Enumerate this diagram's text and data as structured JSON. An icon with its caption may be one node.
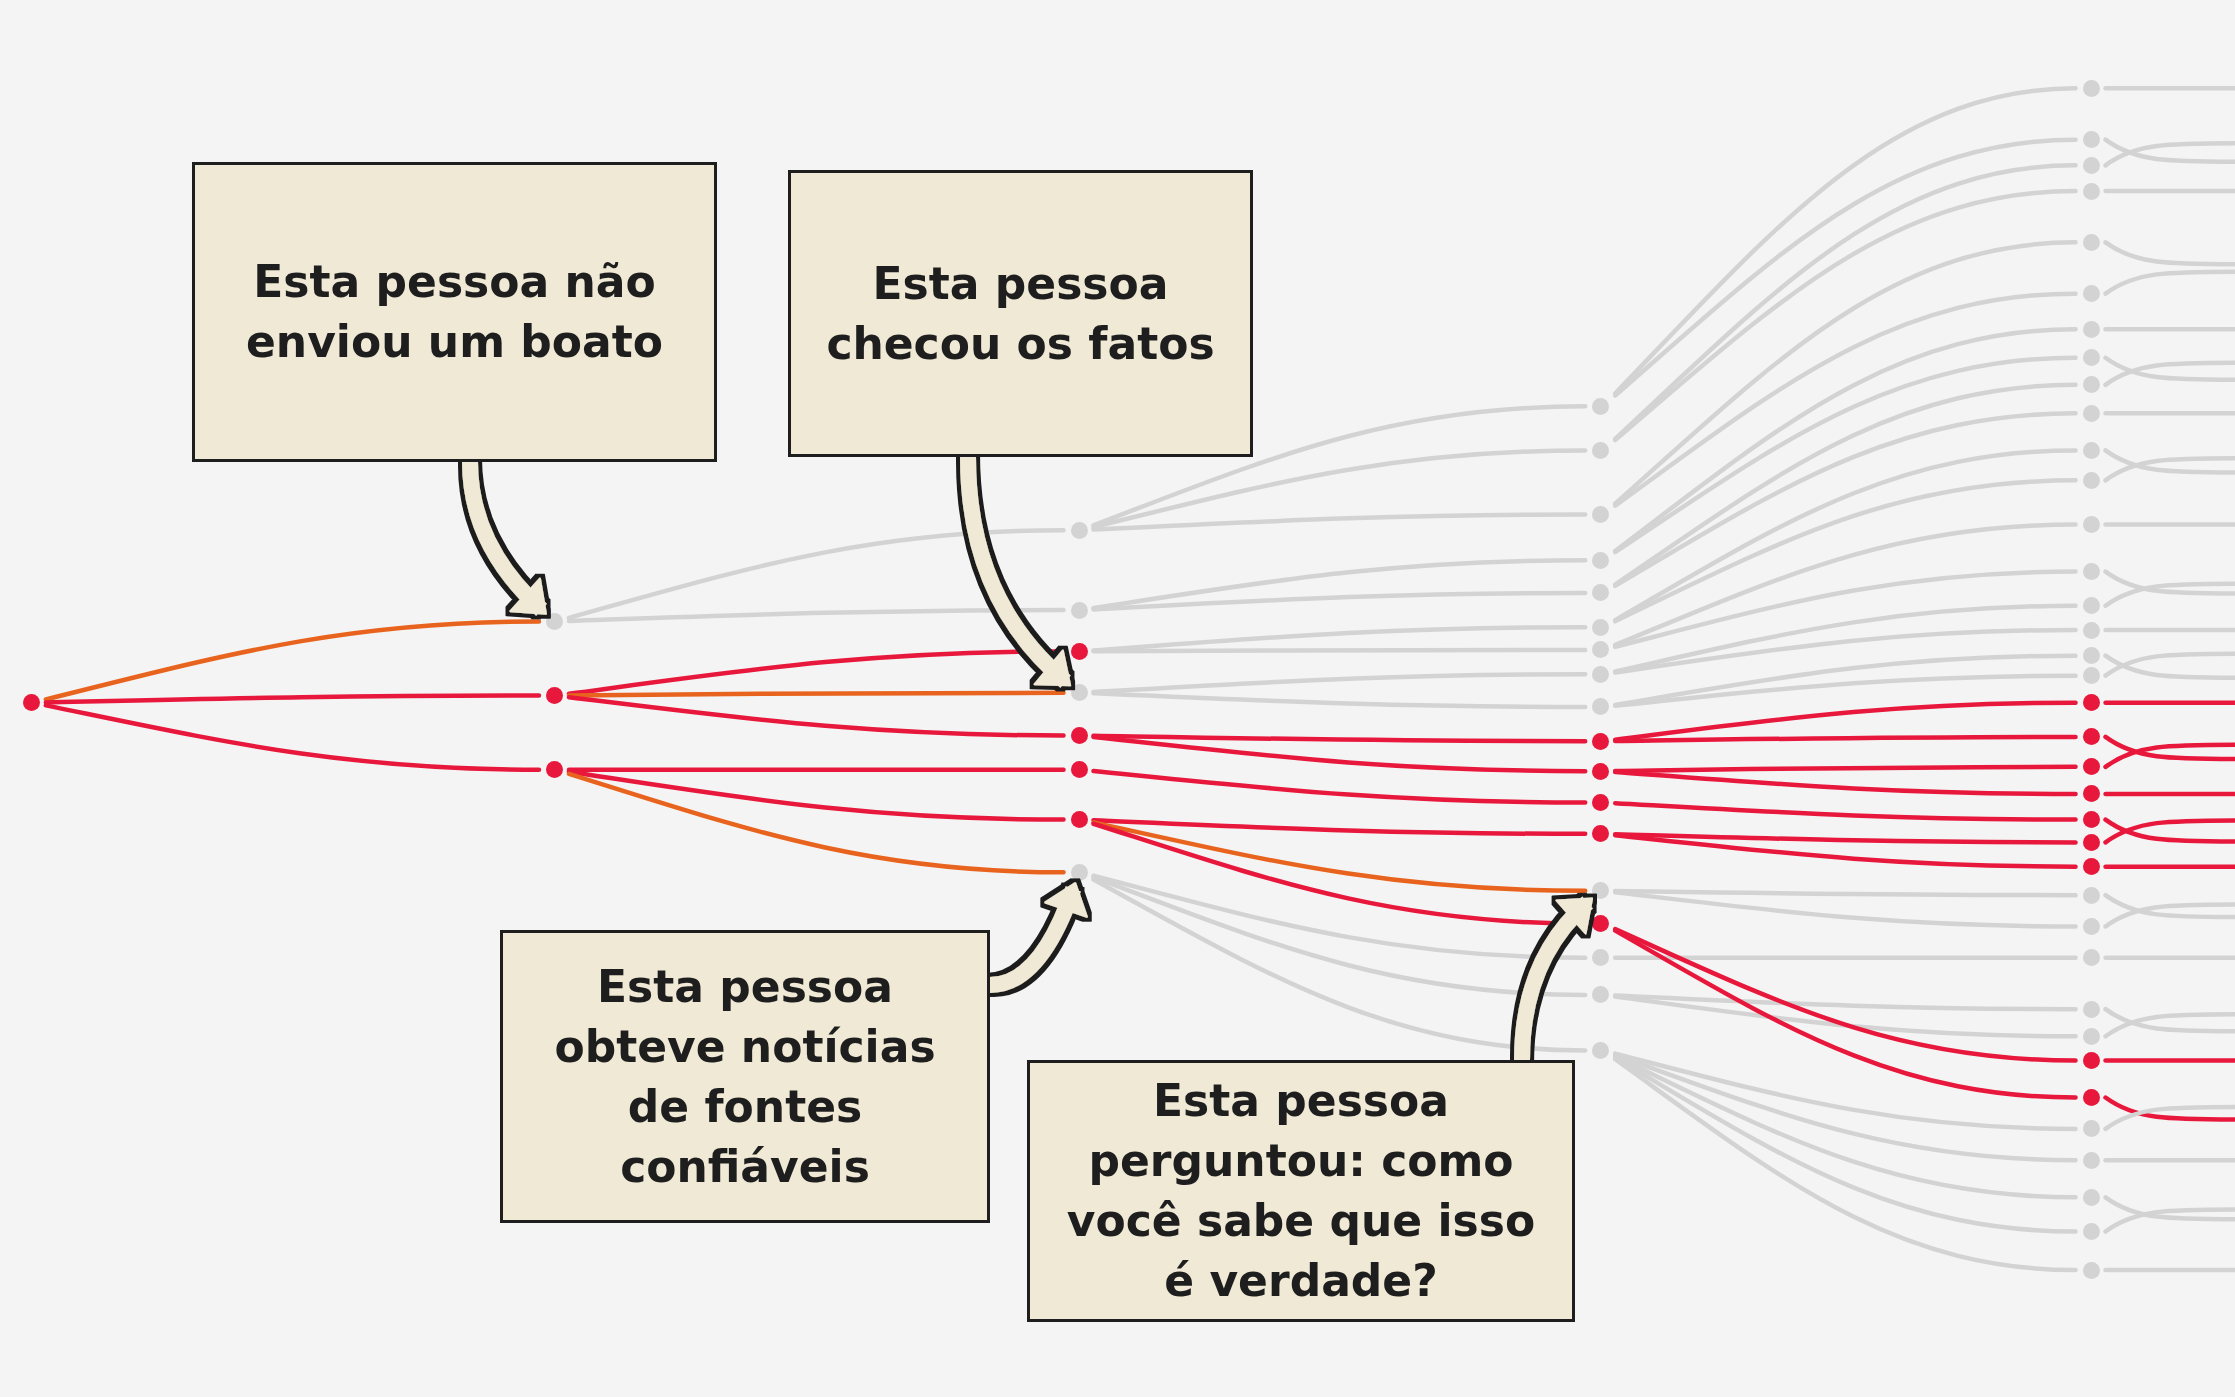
{
  "diagram": {
    "nodes": [
      {
        "text": [
          "Esta pessoa não enviou um boato"
        ]
      },
      {
        "text": [
          "Esta pessoa checou os fatos"
        ]
      },
      {
        "text": [
          "Esta pessoa obteve notícias de fontes confiáveis"
        ]
      },
      {
        "text": [
          "Esta pessoa perguntou: como você sabe que isso é verdade?"
        ]
      },
      {
        "text": [],
        "shape": "circle"
      },
      {
        "text": [],
        "shape": "circle"
      },
      {
        "text": [],
        "shape": "circle"
      },
      {
        "text": [],
        "shape": "circle"
      },
      {
        "text": [],
        "shape": "circle"
      },
      {
        "text": [],
        "shape": "circle"
      },
      {
        "text": [],
        "shape": "circle"
      },
      {
        "text": [],
        "shape": "circle"
      },
      {
        "text": [],
        "shape": "circle"
      },
      {
        "text": [],
        "shape": "circle"
      },
      {
        "text": [],
        "shape": "circle"
      },
      {
        "text": [],
        "shape": "circle"
      },
      {
        "text": [],
        "shape": "circle"
      },
      {
        "text": [],
        "shape": "circle"
      },
      {
        "text": [],
        "shape": "circle"
      },
      {
        "text": [],
        "shape": "circle"
      },
      {
        "text": [],
        "shape": "circle"
      },
      {
        "text": [],
        "shape": "circle"
      },
      {
        "text": [],
        "shape": "circle"
      },
      {
        "text": [],
        "shape": "circle"
      },
      {
        "text": [],
        "shape": "circle"
      },
      {
        "text": [],
        "shape": "circle"
      },
      {
        "text": [],
        "shape": "circle"
      },
      {
        "text": [],
        "shape": "circle"
      },
      {
        "text": [],
        "shape": "circle"
      },
      {
        "text": [],
        "shape": "circle"
      },
      {
        "text": [],
        "shape": "circle"
      },
      {
        "text": [],
        "shape": "circle"
      },
      {
        "text": [],
        "shape": "circle"
      },
      {
        "text": [],
        "shape": "circle"
      },
      {
        "text": [],
        "shape": "circle"
      },
      {
        "text": [],
        "shape": "circle"
      },
      {
        "text": [],
        "shape": "circle"
      },
      {
        "text": [],
        "shape": "circle"
      },
      {
        "text": [],
        "shape": "circle"
      },
      {
        "text": [],
        "shape": "circle"
      },
      {
        "text": [],
        "shape": "circle"
      },
      {
        "text": [],
        "shape": "circle"
      },
      {
        "text": [],
        "shape": "circle"
      },
      {
        "text": [],
        "shape": "circle"
      },
      {
        "text": [],
        "shape": "circle"
      },
      {
        "text": [],
        "shape": "circle"
      },
      {
        "text": [],
        "shape": "circle"
      },
      {
        "text": [],
        "shape": "circle"
      },
      {
        "text": [],
        "shape": "circle"
      },
      {
        "text": [],
        "shape": "circle"
      },
      {
        "text": [],
        "shape": "circle"
      },
      {
        "text": [],
        "shape": "circle"
      },
      {
        "text": [],
        "shape": "circle"
      },
      {
        "text": [],
        "shape": "circle"
      },
      {
        "text": [],
        "shape": "circle"
      },
      {
        "text": [],
        "shape": "circle"
      },
      {
        "text": [],
        "shape": "circle"
      },
      {
        "text": [],
        "shape": "circle"
      },
      {
        "text": [],
        "shape": "circle"
      },
      {
        "text": [],
        "shape": "circle"
      },
      {
        "text": [],
        "shape": "circle"
      },
      {
        "text": [],
        "shape": "circle"
      },
      {
        "text": [],
        "shape": "circle"
      },
      {
        "text": [],
        "shape": "circle"
      },
      {
        "text": [],
        "shape": "circle"
      },
      {
        "text": [],
        "shape": "circle"
      },
      {
        "text": [],
        "shape": "circle"
      },
      {
        "text": [],
        "shape": "circle"
      },
      {
        "text": [],
        "shape": "circle"
      },
      {
        "text": [],
        "shape": "circle"
      },
      {
        "text": [],
        "shape": "circle"
      }
    ],
    "edges": [
      {
        "from": 0,
        "to": 5,
        "arrow": "to",
        "style": "thick",
        "color": "#efe9d6"
      },
      {
        "from": 1,
        "to": 11,
        "arrow": "to",
        "style": "thick",
        "color": "#efe9d6"
      },
      {
        "from": 2,
        "to": 15,
        "arrow": "to",
        "style": "thick",
        "color": "#efe9d6"
      },
      {
        "from": 3,
        "to": 29,
        "arrow": "to",
        "style": "thick",
        "color": "#efe9d6"
      },
      {
        "from": 4,
        "to": 5,
        "arrow": "none",
        "color": "#e8641e"
      },
      {
        "from": 4,
        "to": 6,
        "arrow": "none",
        "color": "#e8183c"
      },
      {
        "from": 4,
        "to": 7,
        "arrow": "none",
        "color": "#e8183c"
      },
      {
        "from": 5,
        "to": 8,
        "arrow": "none"
      },
      {
        "from": 5,
        "to": 9,
        "arrow": "none"
      },
      {
        "from": 6,
        "to": 10,
        "arrow": "none",
        "color": "#e8183c"
      },
      {
        "from": 6,
        "to": 11,
        "arrow": "none",
        "color": "#e8641e"
      },
      {
        "from": 6,
        "to": 12,
        "arrow": "none",
        "color": "#e8183c"
      },
      {
        "from": 7,
        "to": 13,
        "arrow": "none",
        "color": "#e8183c"
      },
      {
        "from": 7,
        "to": 14,
        "arrow": "none",
        "color": "#e8183c"
      },
      {
        "from": 7,
        "to": 15,
        "arrow": "none",
        "color": "#e8641e"
      },
      {
        "from": 8,
        "to": 16,
        "arrow": "none"
      },
      {
        "from": 8,
        "to": 17,
        "arrow": "none"
      },
      {
        "from": 8,
        "to": 18,
        "arrow": "none"
      },
      {
        "from": 9,
        "to": 19,
        "arrow": "none"
      },
      {
        "from": 9,
        "to": 20,
        "arrow": "none"
      },
      {
        "from": 10,
        "to": 21,
        "arrow": "none"
      },
      {
        "from": 10,
        "to": 22,
        "arrow": "none"
      },
      {
        "from": 11,
        "to": 23,
        "arrow": "none"
      },
      {
        "from": 11,
        "to": 24,
        "arrow": "none"
      },
      {
        "from": 12,
        "to": 25,
        "arrow": "none",
        "color": "#e8183c"
      },
      {
        "from": 12,
        "to": 26,
        "arrow": "none",
        "color": "#e8183c"
      },
      {
        "from": 13,
        "to": 27,
        "arrow": "none",
        "color": "#e8183c"
      },
      {
        "from": 14,
        "to": 28,
        "arrow": "none",
        "color": "#e8183c"
      },
      {
        "from": 14,
        "to": 29,
        "arrow": "none",
        "color": "#e8641e"
      },
      {
        "from": 14,
        "to": 30,
        "arrow": "none",
        "color": "#e8183c"
      },
      {
        "from": 15,
        "to": 31,
        "arrow": "none"
      },
      {
        "from": 15,
        "to": 32,
        "arrow": "none"
      },
      {
        "from": 15,
        "to": 33,
        "arrow": "none"
      },
      {
        "from": 16,
        "to": 34,
        "arrow": "none"
      },
      {
        "from": 16,
        "to": 35,
        "arrow": "none"
      },
      {
        "from": 17,
        "to": 36,
        "arrow": "none"
      },
      {
        "from": 17,
        "to": 37,
        "arrow": "none"
      },
      {
        "from": 18,
        "to": 38,
        "arrow": "none"
      },
      {
        "from": 18,
        "to": 39,
        "arrow": "none"
      },
      {
        "from": 19,
        "to": 40,
        "arrow": "none"
      },
      {
        "from": 19,
        "to": 41,
        "arrow": "none"
      },
      {
        "from": 20,
        "to": 42,
        "arrow": "none"
      },
      {
        "from": 20,
        "to": 43,
        "arrow": "none"
      },
      {
        "from": 21,
        "to": 44,
        "arrow": "none"
      },
      {
        "from": 21,
        "to": 45,
        "arrow": "none"
      },
      {
        "from": 22,
        "to": 46,
        "arrow": "none"
      },
      {
        "from": 22,
        "to": 47,
        "arrow": "none"
      },
      {
        "from": 23,
        "to": 48,
        "arrow": "none"
      },
      {
        "from": 23,
        "to": 49,
        "arrow": "none"
      },
      {
        "from": 24,
        "to": 50,
        "arrow": "none"
      },
      {
        "from": 24,
        "to": 51,
        "arrow": "none"
      },
      {
        "from": 25,
        "to": 52,
        "arrow": "none",
        "color": "#e8183c"
      },
      {
        "from": 25,
        "to": 53,
        "arrow": "none",
        "color": "#e8183c"
      },
      {
        "from": 26,
        "to": 54,
        "arrow": "none",
        "color": "#e8183c"
      },
      {
        "from": 26,
        "to": 55,
        "arrow": "none",
        "color": "#e8183c"
      },
      {
        "from": 27,
        "to": 56,
        "arrow": "none",
        "color": "#e8183c"
      },
      {
        "from": 28,
        "to": 57,
        "arrow": "none",
        "color": "#e8183c"
      },
      {
        "from": 28,
        "to": 58,
        "arrow": "none",
        "color": "#e8183c"
      },
      {
        "from": 29,
        "to": 59,
        "arrow": "none"
      },
      {
        "from": 29,
        "to": 60,
        "arrow": "none"
      },
      {
        "from": 31,
        "to": 61,
        "arrow": "none"
      },
      {
        "from": 32,
        "to": 62,
        "arrow": "none"
      },
      {
        "from": 32,
        "to": 63,
        "arrow": "none"
      },
      {
        "from": 30,
        "to": 64,
        "arrow": "none",
        "color": "#e8183c"
      },
      {
        "from": 30,
        "to": 65,
        "arrow": "none",
        "color": "#e8183c"
      },
      {
        "from": 33,
        "to": 66,
        "arrow": "none"
      },
      {
        "from": 33,
        "to": 67,
        "arrow": "none"
      },
      {
        "from": 33,
        "to": 68,
        "arrow": "none"
      },
      {
        "from": 33,
        "to": 69,
        "arrow": "none"
      },
      {
        "from": 33,
        "to": 70,
        "arrow": "none"
      },
      {
        "from": 34,
        "to": null,
        "arrow": "none"
      },
      {
        "from": 35,
        "to": null,
        "arrow": "none"
      },
      {
        "from": 36,
        "to": null,
        "arrow": "none"
      },
      {
        "from": 37,
        "to": null,
        "arrow": "none"
      },
      {
        "from": 38,
        "to": null,
        "arrow": "none"
      },
      {
        "from": 39,
        "to": null,
        "arrow": "none"
      },
      {
        "from": 40,
        "to": null,
        "arrow": "none"
      },
      {
        "from": 41,
        "to": null,
        "arrow": "none"
      },
      {
        "from": 42,
        "to": null,
        "arrow": "none"
      },
      {
        "from": 43,
        "to": null,
        "arrow": "none"
      },
      {
        "from": 44,
        "to": null,
        "arrow": "none"
      },
      {
        "from": 45,
        "to": null,
        "arrow": "none"
      },
      {
        "from": 46,
        "to": null,
        "arrow": "none"
      },
      {
        "from": 47,
        "to": null,
        "arrow": "none"
      },
      {
        "from": 48,
        "to": null,
        "arrow": "none"
      },
      {
        "from": 49,
        "to": null,
        "arrow": "none"
      },
      {
        "from": 50,
        "to": null,
        "arrow": "none"
      },
      {
        "from": 51,
        "to": null,
        "arrow": "none"
      },
      {
        "from": 52,
        "to": null,
        "arrow": "none",
        "color": "#e8183c"
      },
      {
        "from": 53,
        "to": null,
        "arrow": "none",
        "color": "#e8183c"
      },
      {
        "from": 54,
        "to": null,
        "arrow": "none",
        "color": "#e8183c"
      },
      {
        "from": 55,
        "to": null,
        "arrow": "none",
        "color": "#e8183c"
      },
      {
        "from": 56,
        "to": null,
        "arrow": "none",
        "color": "#e8183c"
      },
      {
        "from": 57,
        "to": null,
        "arrow": "none",
        "color": "#e8183c"
      },
      {
        "from": 58,
        "to": null,
        "arrow": "none",
        "color": "#e8183c"
      },
      {
        "from": 59,
        "to": null,
        "arrow": "none"
      },
      {
        "from": 60,
        "to": null,
        "arrow": "none"
      },
      {
        "from": 61,
        "to": null,
        "arrow": "none"
      },
      {
        "from": 62,
        "to": null,
        "arrow": "none"
      },
      {
        "from": 63,
        "to": null,
        "arrow": "none"
      },
      {
        "from": 64,
        "to": null,
        "arrow": "none",
        "color": "#e8183c"
      },
      {
        "from": 65,
        "to": null,
        "arrow": "none",
        "color": "#e8183c"
      },
      {
        "from": 66,
        "to": null,
        "arrow": "none"
      },
      {
        "from": 67,
        "to": null,
        "arrow": "none"
      },
      {
        "from": 68,
        "to": null,
        "arrow": "none"
      },
      {
        "from": 69,
        "to": null,
        "arrow": "none"
      },
      {
        "from": 70,
        "to": null,
        "arrow": "none"
      }
    ]
  }
}
